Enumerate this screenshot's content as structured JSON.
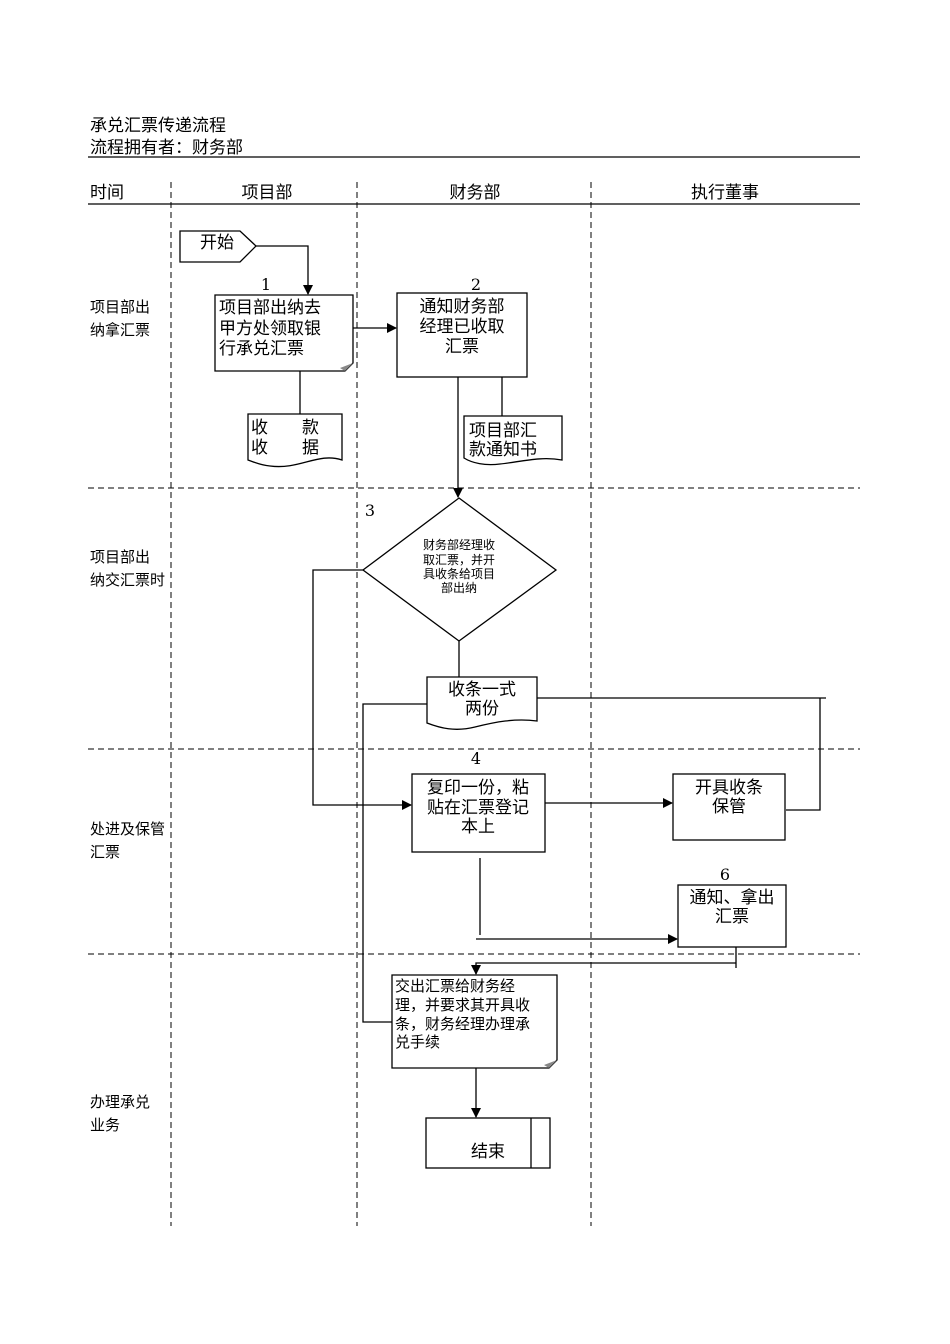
{
  "header": {
    "title": "承兑汇票传递流程",
    "owner": "流程拥有者：财务部"
  },
  "columns": [
    "时间",
    "项目部",
    "财务部",
    "执行董事"
  ],
  "phases": [
    [
      "项目部出",
      "纳拿汇票"
    ],
    [
      "项目部出",
      "纳交汇票时"
    ],
    [
      "处进及保管",
      "汇票"
    ],
    [
      "办理承兑",
      "业务"
    ]
  ],
  "nodes": {
    "start": "开始",
    "step1": {
      "num": "1",
      "lines": [
        "项目部出纳去",
        "甲方处领取银",
        "行承兑汇票"
      ]
    },
    "receipt_doc": {
      "lines": [
        "收　　款",
        "收　　据"
      ]
    },
    "step2": {
      "num": "2",
      "lines": [
        "通知财务部",
        "经理已收取",
        "汇票"
      ]
    },
    "notice_doc": {
      "lines": [
        "项目部汇",
        "款通知书"
      ]
    },
    "step3": {
      "num": "3",
      "lines": [
        "财务部经理收",
        "取汇票，并开",
        "具收条给项目",
        "部出纳"
      ]
    },
    "slip_doc": {
      "lines": [
        "收条一式",
        "两份"
      ]
    },
    "step4": {
      "num": "4",
      "lines": [
        "复印一份，粘",
        "贴在汇票登记",
        "本上"
      ]
    },
    "keep": {
      "lines": [
        "开具收条",
        "保管"
      ]
    },
    "step6": {
      "num": "6",
      "lines": [
        "通知、拿出",
        "汇票"
      ]
    },
    "step5": {
      "lines": [
        "交出汇票给财务经",
        "理，并要求其开具收",
        "条，财务经理办理承",
        "兑手续"
      ]
    },
    "end": "结束"
  }
}
